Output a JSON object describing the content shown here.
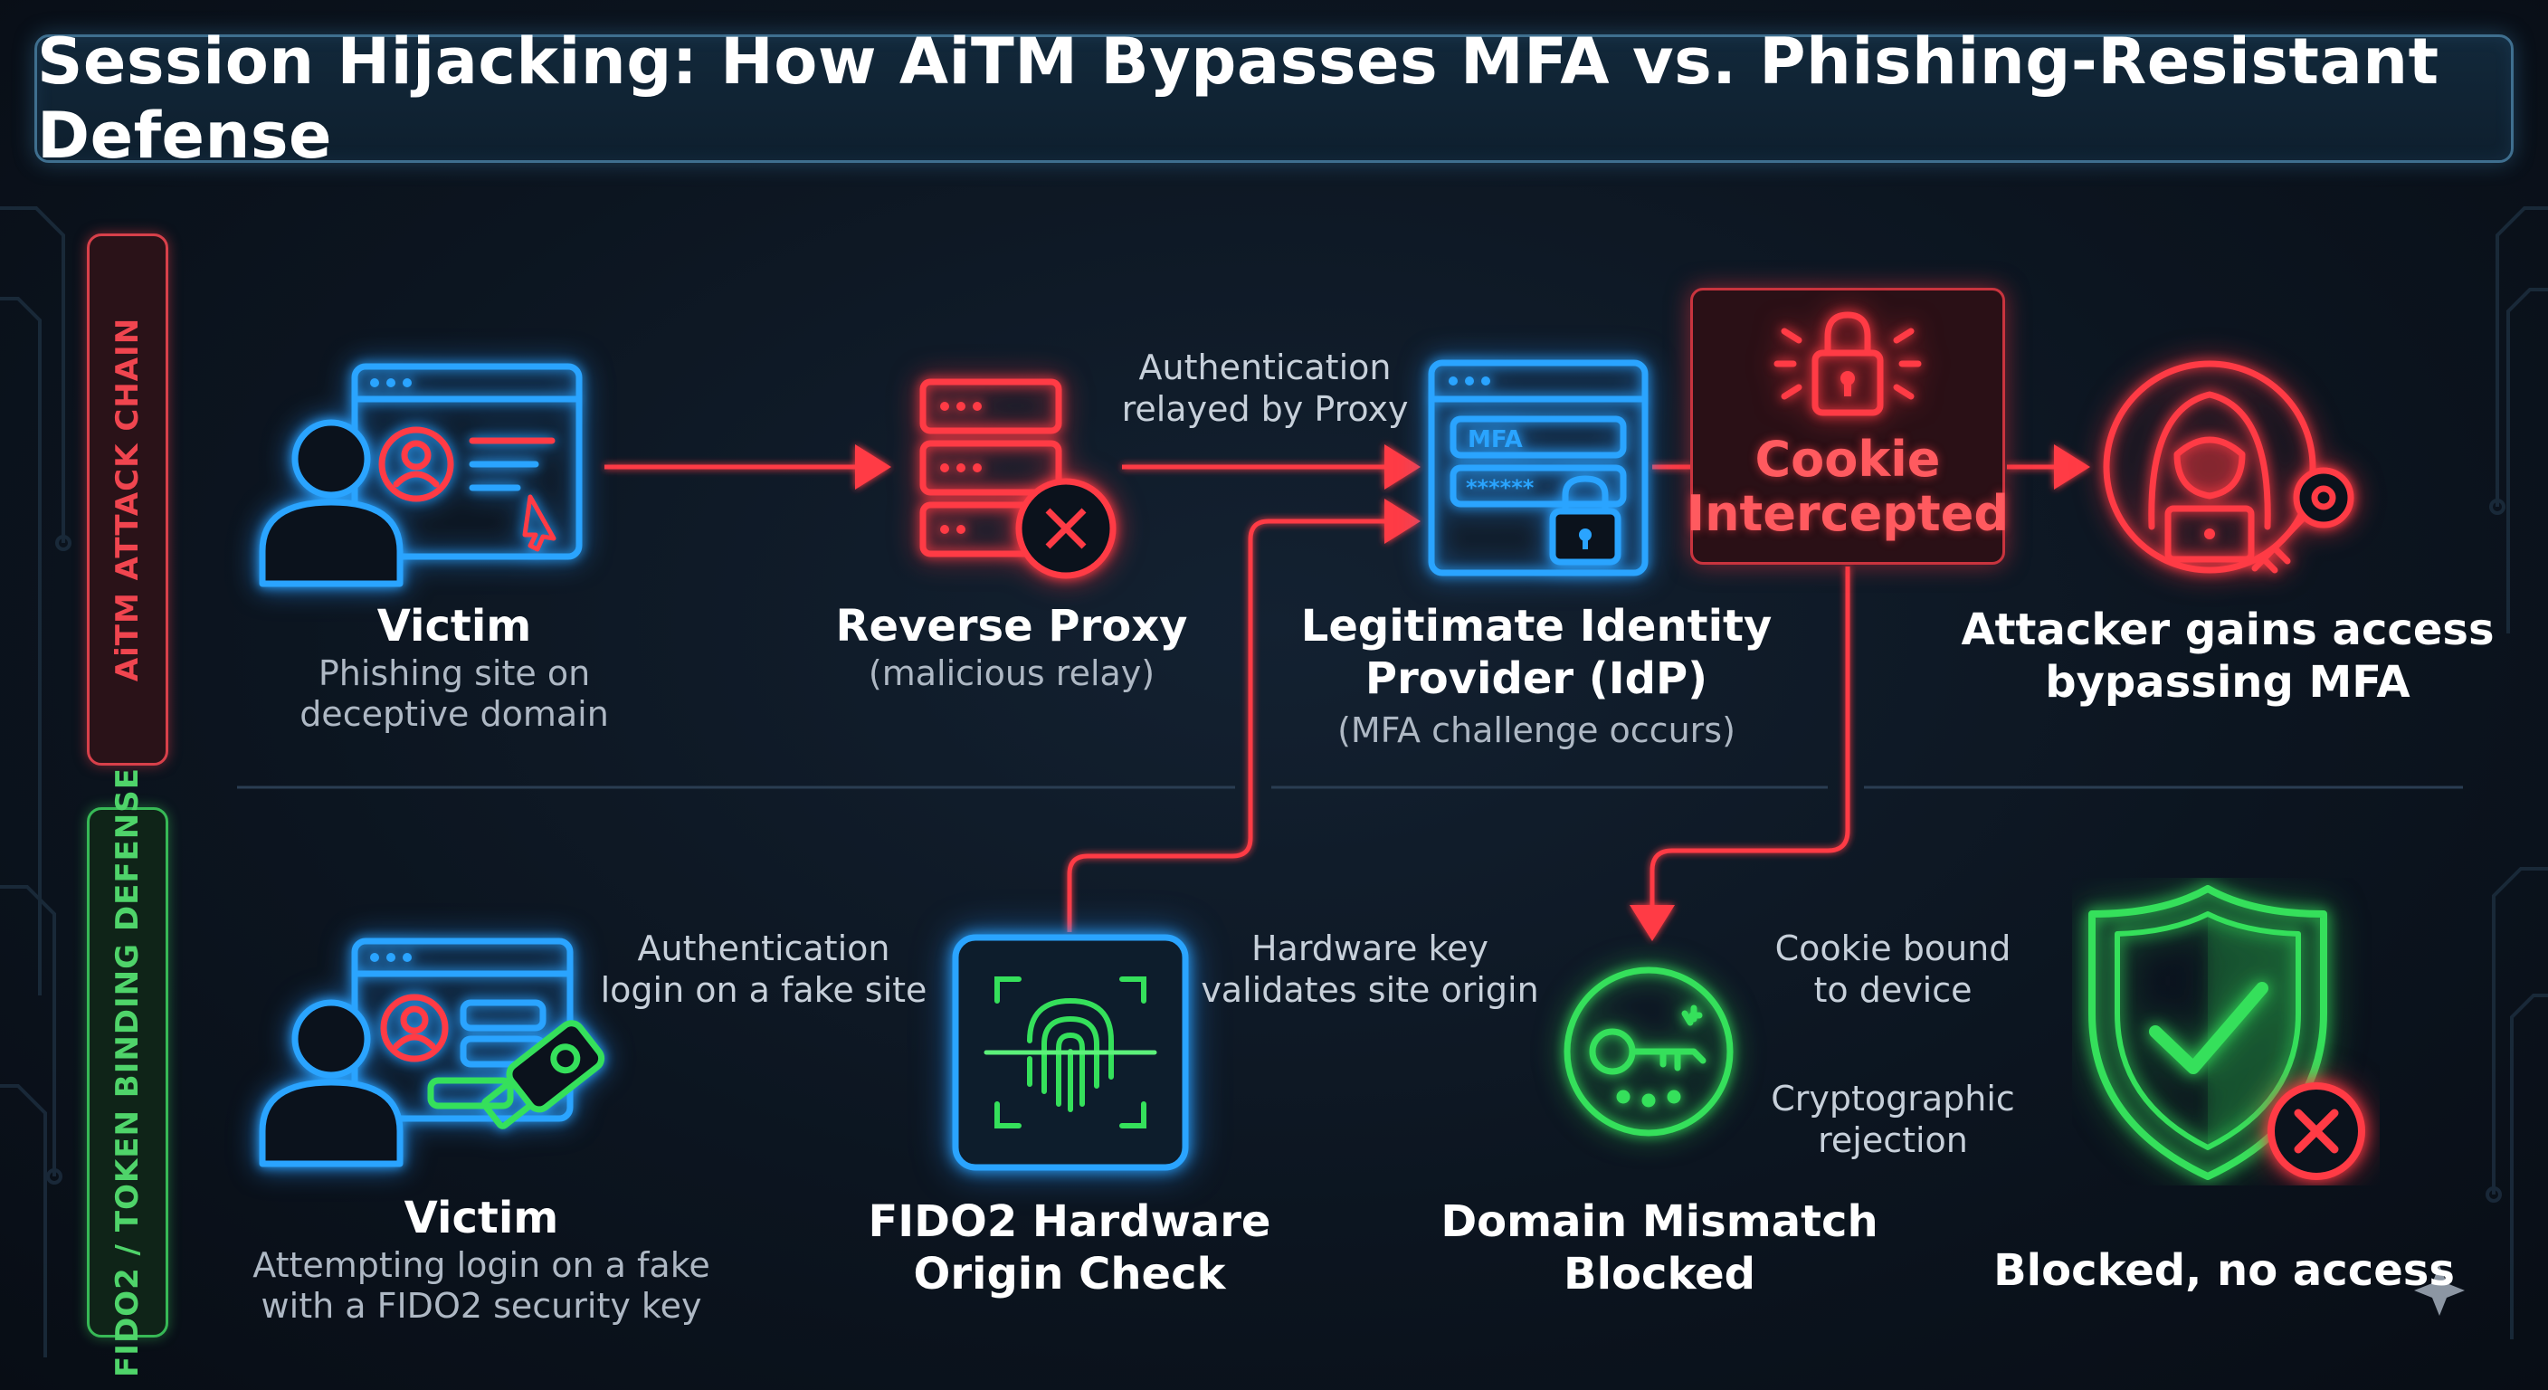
{
  "title": "Session Hijacking: How AiTM Bypasses MFA vs. Phishing-Resistant Defense",
  "lanes": {
    "attack": "AiTM ATTACK CHAIN",
    "defense": "FIDO2 / TOKEN BINDING DEFENSE"
  },
  "attack_nodes": {
    "victim": {
      "title": "Victim",
      "subtitle": [
        "Phishing site on",
        "deceptive domain"
      ]
    },
    "proxy": {
      "title": "Reverse Proxy",
      "subtitle": "(malicious relay)"
    },
    "idp": {
      "title": [
        "Legitimate Identity",
        "Provider (IdP)"
      ],
      "subtitle": "(MFA challenge occurs)",
      "field1": "MFA",
      "field2": "******"
    },
    "cookie": {
      "label": [
        "Cookie",
        "Intercepted"
      ]
    },
    "attacker": {
      "title": [
        "Attacker gains access",
        "bypassing MFA"
      ]
    }
  },
  "attack_edges": {
    "proxy_to_idp": [
      "Authentication",
      "relayed by Proxy"
    ]
  },
  "defense_nodes": {
    "victim": {
      "title": "Victim",
      "subtitle": [
        "Attempting login on a fake",
        "with a FIDO2 security key"
      ]
    },
    "fido": {
      "title": [
        "FIDO2 Hardware",
        "Origin Check"
      ]
    },
    "domain": {
      "title": [
        "Domain Mismatch",
        "Blocked"
      ]
    },
    "blocked": {
      "title": "Blocked, no access"
    }
  },
  "defense_edges": {
    "victim_to_fido": [
      "Authentication",
      "login on a fake site"
    ],
    "fido_to_domain": [
      "Hardware key",
      "validates site origin"
    ],
    "domain_to_blocked_top": [
      "Cookie bound",
      "to device"
    ],
    "domain_to_blocked_bottom": [
      "Cryptographic",
      "rejection"
    ]
  },
  "colors": {
    "attack": "#ff3b45",
    "defense": "#35e05b",
    "neutral": "#2aa4ff",
    "background": "#0b121c"
  }
}
